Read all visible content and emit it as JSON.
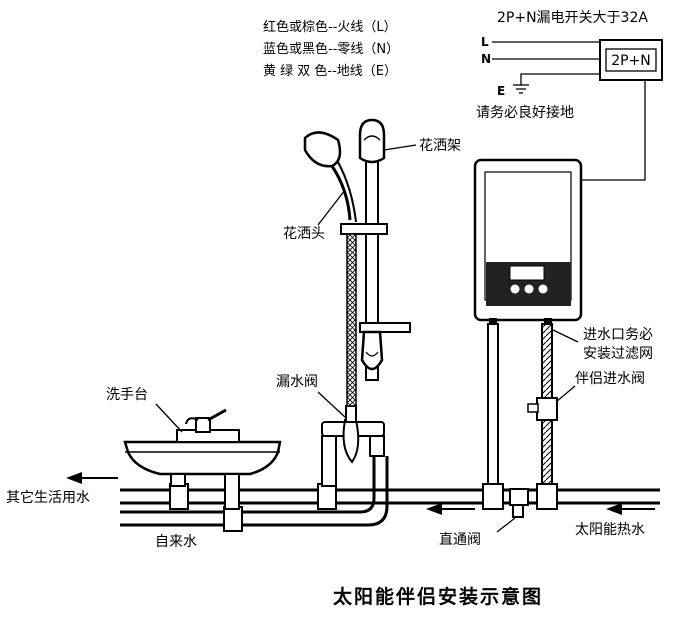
{
  "wiring": {
    "line1": "红色或棕色--火线（L）",
    "line2": "蓝色或黑色--零线（N）",
    "line3": "黄 绿 双 色--地线（E）"
  },
  "breaker": {
    "note": "2P+N漏电开关大于32A",
    "label": "2P+N",
    "terminal_L": "L",
    "terminal_N": "N",
    "terminal_E": "E",
    "ground_note": "请务必良好接地"
  },
  "labels": {
    "shower_rack": "花洒架",
    "shower_head": "花洒头",
    "leak_valve": "漏水阀",
    "wash_basin": "洗手台",
    "inlet_filter_1": "进水口务必",
    "inlet_filter_2": "安装过滤网",
    "companion_inlet_valve": "伴侣进水阀",
    "other_water": "其它生活用水",
    "tap_water": "自来水",
    "straight_valve": "直通阀",
    "solar_hot_water": "太阳能热水"
  },
  "title": "太阳能伴侣安装示意图"
}
